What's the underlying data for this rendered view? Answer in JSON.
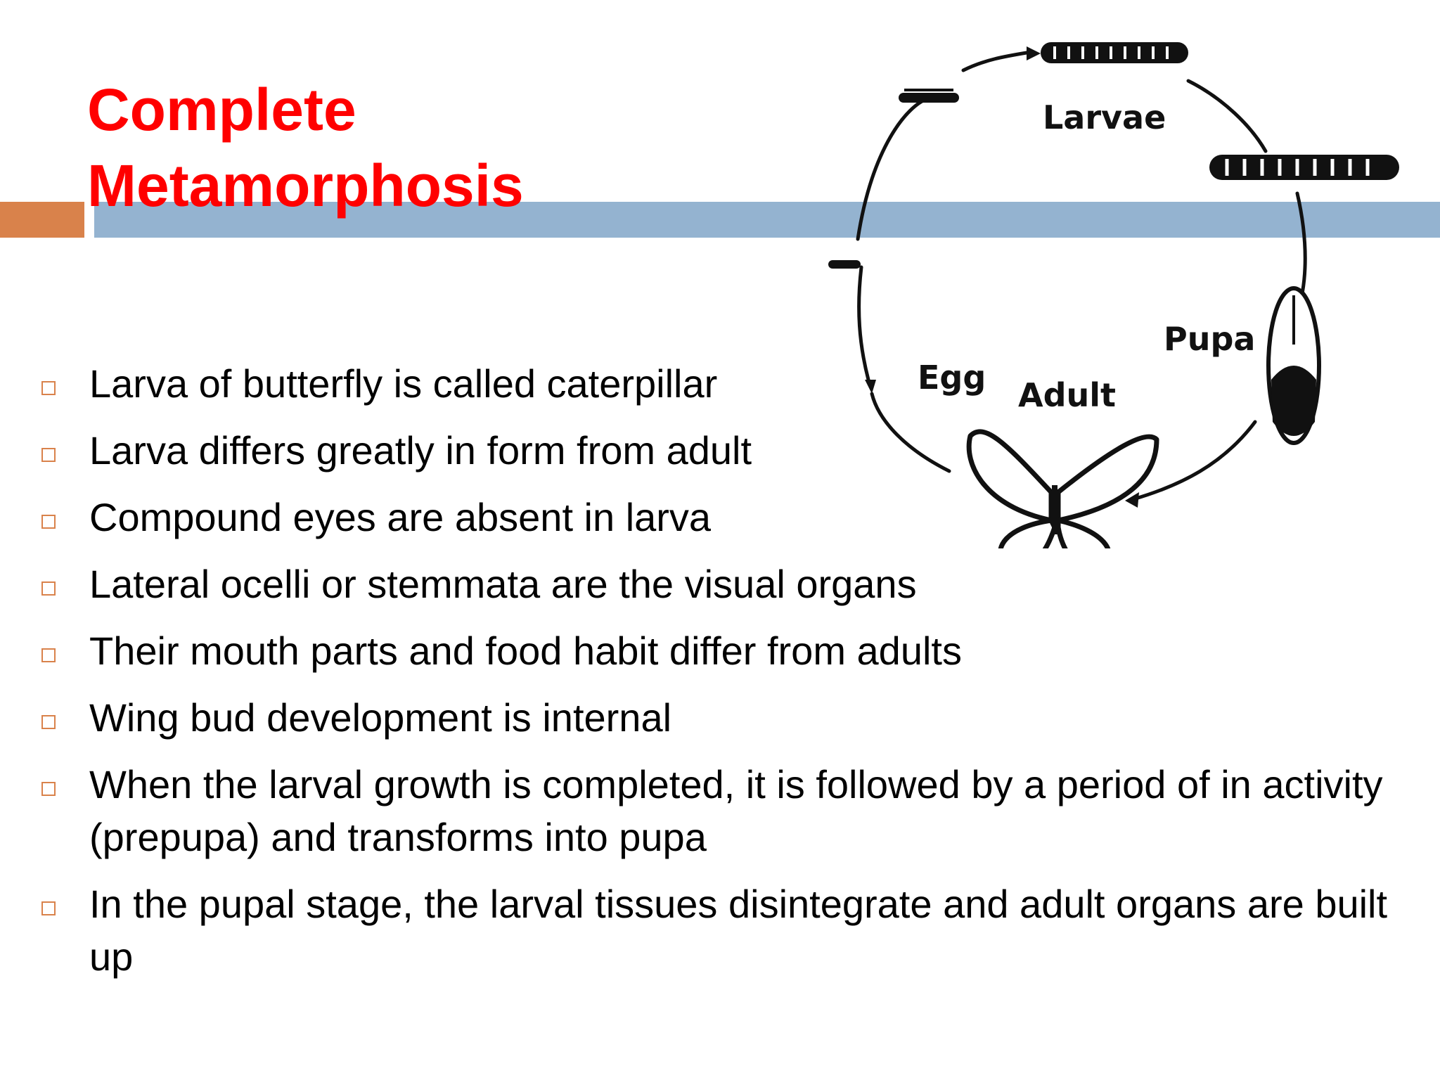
{
  "slide": {
    "title_lines": [
      "Complete",
      "Metamorphosis"
    ],
    "colors": {
      "title": "#ff0000",
      "accent_orange": "#d9824b",
      "accent_blue": "#94b3d0",
      "text": "#000000"
    }
  },
  "bullets": [
    {
      "text": "Larva of butterfly is called caterpillar"
    },
    {
      "text": "Larva differs greatly in form from adult"
    },
    {
      "text": "Compound eyes are absent in larva"
    },
    {
      "text": "Lateral ocelli or stemmata are the visual organs"
    },
    {
      "text": "Their mouth parts and food habit differ from adults"
    },
    {
      "text": "Wing bud development is internal"
    },
    {
      "text": "When the larval growth is completed, it is followed by a period of in activity (prepupa) and transforms into pupa"
    },
    {
      "text": "In the pupal stage, the larval tissues disintegrate and adult organs are built up"
    }
  ],
  "diagram": {
    "labels": {
      "larvae": "Larvae",
      "pupa": "Pupa",
      "egg": "Egg",
      "adult": "Adult"
    },
    "icons": [
      "caterpillar-icon",
      "pupa-icon",
      "butterfly-icon",
      "egg-icon"
    ]
  }
}
